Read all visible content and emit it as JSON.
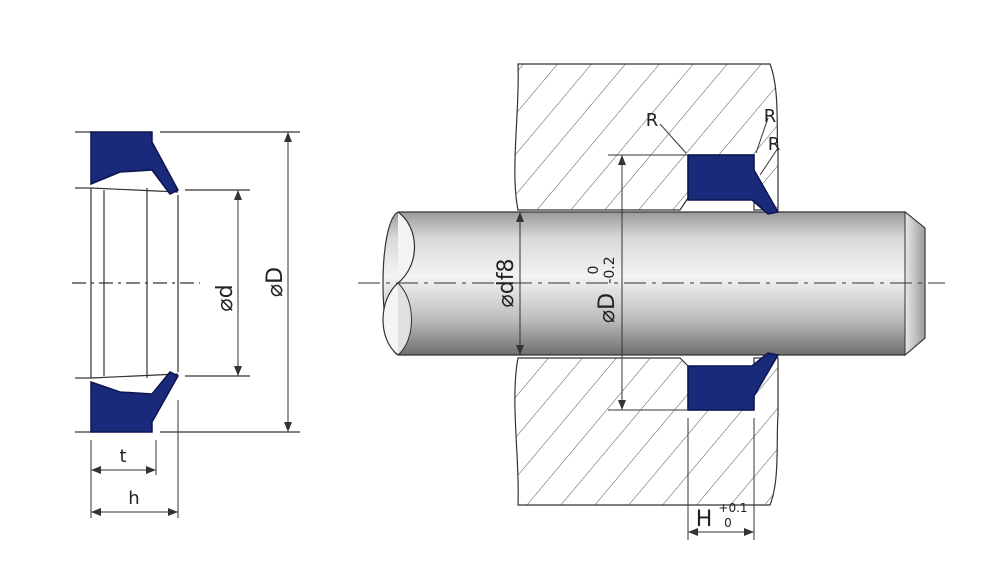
{
  "colors": {
    "seal": "#1a2a7a",
    "seal_stroke": "#0d1550",
    "line": "#333333",
    "hatch": "#555555",
    "rod_light": "#f2f2f2",
    "rod_mid": "#c8c8c8",
    "rod_dark": "#7a7a7a"
  },
  "left_view": {
    "dim_t": "t",
    "dim_h": "h",
    "dim_d": "⌀d",
    "dim_D": "⌀D"
  },
  "right_view": {
    "radius_label_1": "R",
    "radius_label_2": "R",
    "radius_label_3": "R",
    "rod_dim": "⌀df8",
    "groove_dim_main": "⌀D",
    "groove_tol_upper": "0",
    "groove_tol_lower": "-0.2",
    "width_dim_main": "H",
    "width_tol_upper": "+0.1",
    "width_tol_lower": "0"
  }
}
